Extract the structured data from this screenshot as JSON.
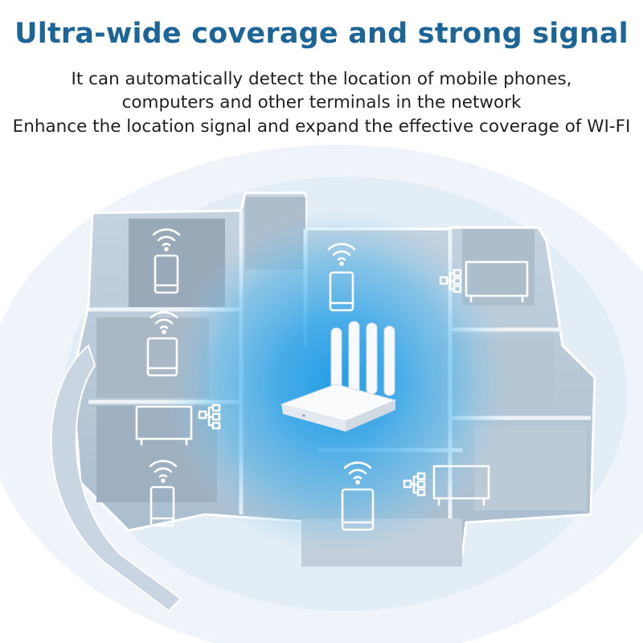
{
  "headline": "Ultra-wide coverage and strong signal",
  "description": [
    "It can automatically detect the location of mobile phones,",
    "computers and other terminals in the network",
    "Enhance the location signal and expand the effective coverage of WI-FI"
  ],
  "colors": {
    "headline": "#1c6596",
    "body_text": "#1f1f1f",
    "coverage_glow": "#2aa0e8",
    "floorplan": "#b9c8d6"
  },
  "icons": {
    "device": "router-icon",
    "wireless": "wifi-icon",
    "phone": "smartphone-icon",
    "tablet": "tablet-icon",
    "monitor": "monitor-icon",
    "wired": "network-tree-icon"
  }
}
